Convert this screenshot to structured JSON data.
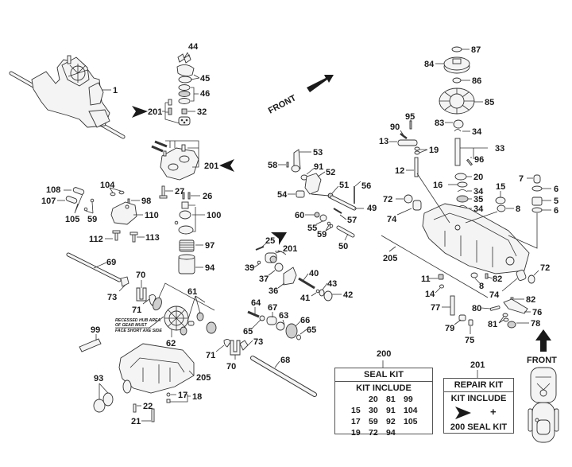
{
  "diagram": {
    "type": "exploded-parts-diagram",
    "subject": "Hydrostatic transaxle assembly",
    "front_labels": [
      "FRONT",
      "FRONT"
    ],
    "note_recessed_hub": [
      "RECESSED HUB AREA",
      "OF GEAR MUST",
      "FACE SHORT AXE SIDE"
    ],
    "part_callouts": [
      "1",
      "5",
      "6",
      "6",
      "7",
      "8",
      "8",
      "11",
      "12",
      "13",
      "14",
      "15",
      "16",
      "17",
      "18",
      "19",
      "20",
      "21",
      "22",
      "25",
      "26",
      "27",
      "32",
      "33",
      "34",
      "34",
      "34",
      "35",
      "36",
      "37",
      "39",
      "40",
      "41",
      "42",
      "43",
      "44",
      "45",
      "46",
      "49",
      "50",
      "51",
      "52",
      "53",
      "54",
      "55",
      "56",
      "57",
      "58",
      "59",
      "59",
      "60",
      "61",
      "62",
      "63",
      "64",
      "65",
      "65",
      "66",
      "67",
      "68",
      "69",
      "70",
      "70",
      "71",
      "71",
      "72",
      "72",
      "73",
      "73",
      "74",
      "74",
      "75",
      "76",
      "77",
      "78",
      "79",
      "80",
      "81",
      "82",
      "82",
      "83",
      "84",
      "85",
      "86",
      "87",
      "90",
      "91",
      "93",
      "94",
      "95",
      "96",
      "97",
      "98",
      "99",
      "100",
      "104",
      "105",
      "107",
      "108",
      "110",
      "112",
      "113",
      "201",
      "201",
      "201",
      "205",
      "205"
    ]
  },
  "seal_kit": {
    "number": "200",
    "title": "SEAL KIT",
    "subtitle": "KIT INCLUDE",
    "items": [
      "",
      "20",
      "81",
      "99",
      "15",
      "30",
      "91",
      "104",
      "17",
      "59",
      "92",
      "105",
      "19",
      "72",
      "94",
      ""
    ]
  },
  "repair_kit": {
    "number": "201",
    "title": "REPAIR KIT",
    "subtitle": "KIT INCLUDE",
    "plus": "+",
    "includes": "200 SEAL KIT",
    "marker_icon": "arrowhead-marker"
  }
}
